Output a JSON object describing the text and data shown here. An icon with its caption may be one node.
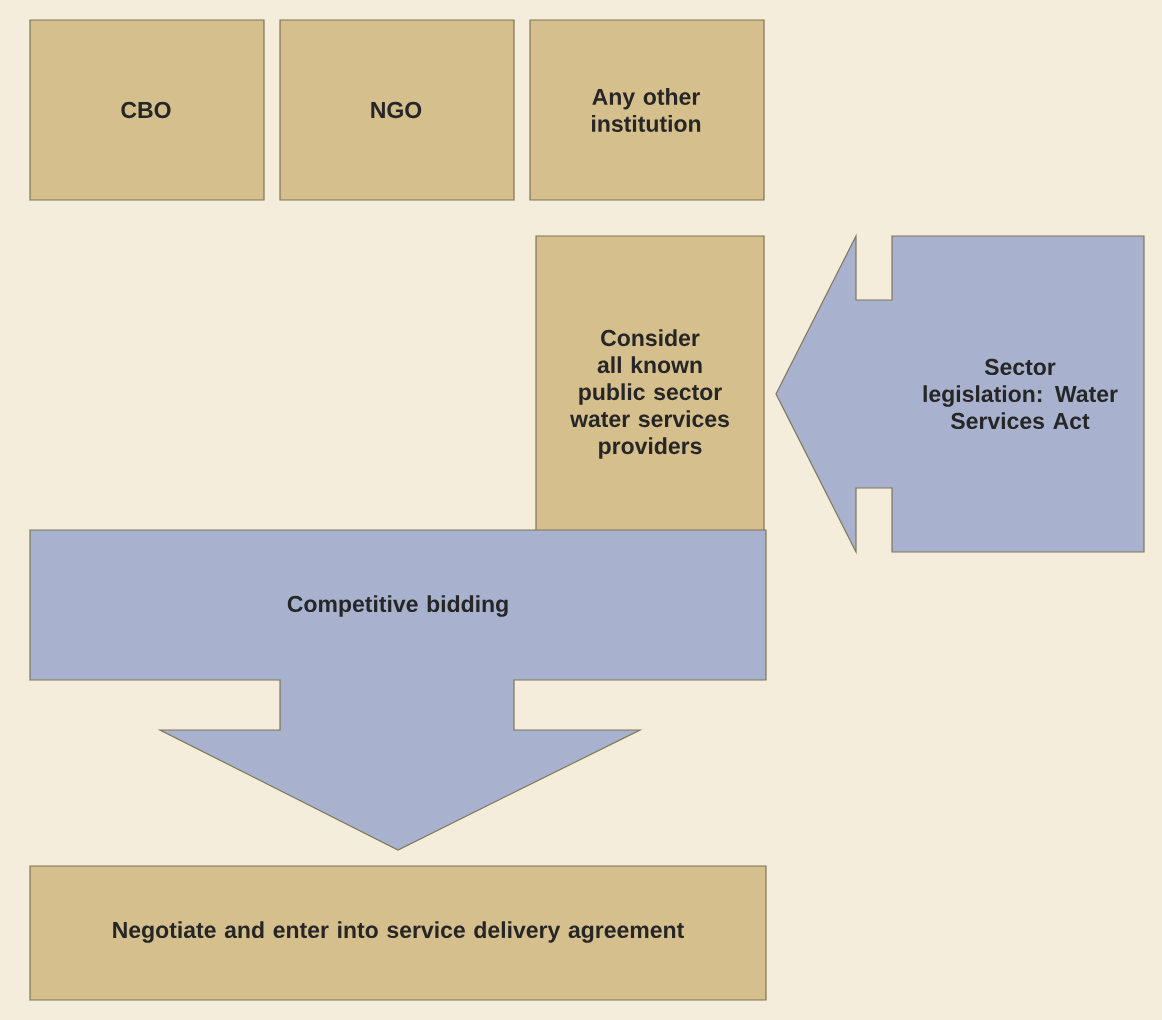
{
  "diagram": {
    "nodes": [
      {
        "text": [
          "CBO"
        ]
      },
      {
        "text": [
          "NGO"
        ]
      },
      {
        "text": [
          "Any other institution"
        ]
      },
      {
        "text": [
          "Consider all known public sector water services providers"
        ]
      },
      {
        "text": [
          "Sector legislation: Water Services Act"
        ]
      },
      {
        "text": [
          "Competitive bidding"
        ]
      },
      {
        "text": [
          "Negotiate and enter into service delivery agreement"
        ]
      }
    ]
  }
}
